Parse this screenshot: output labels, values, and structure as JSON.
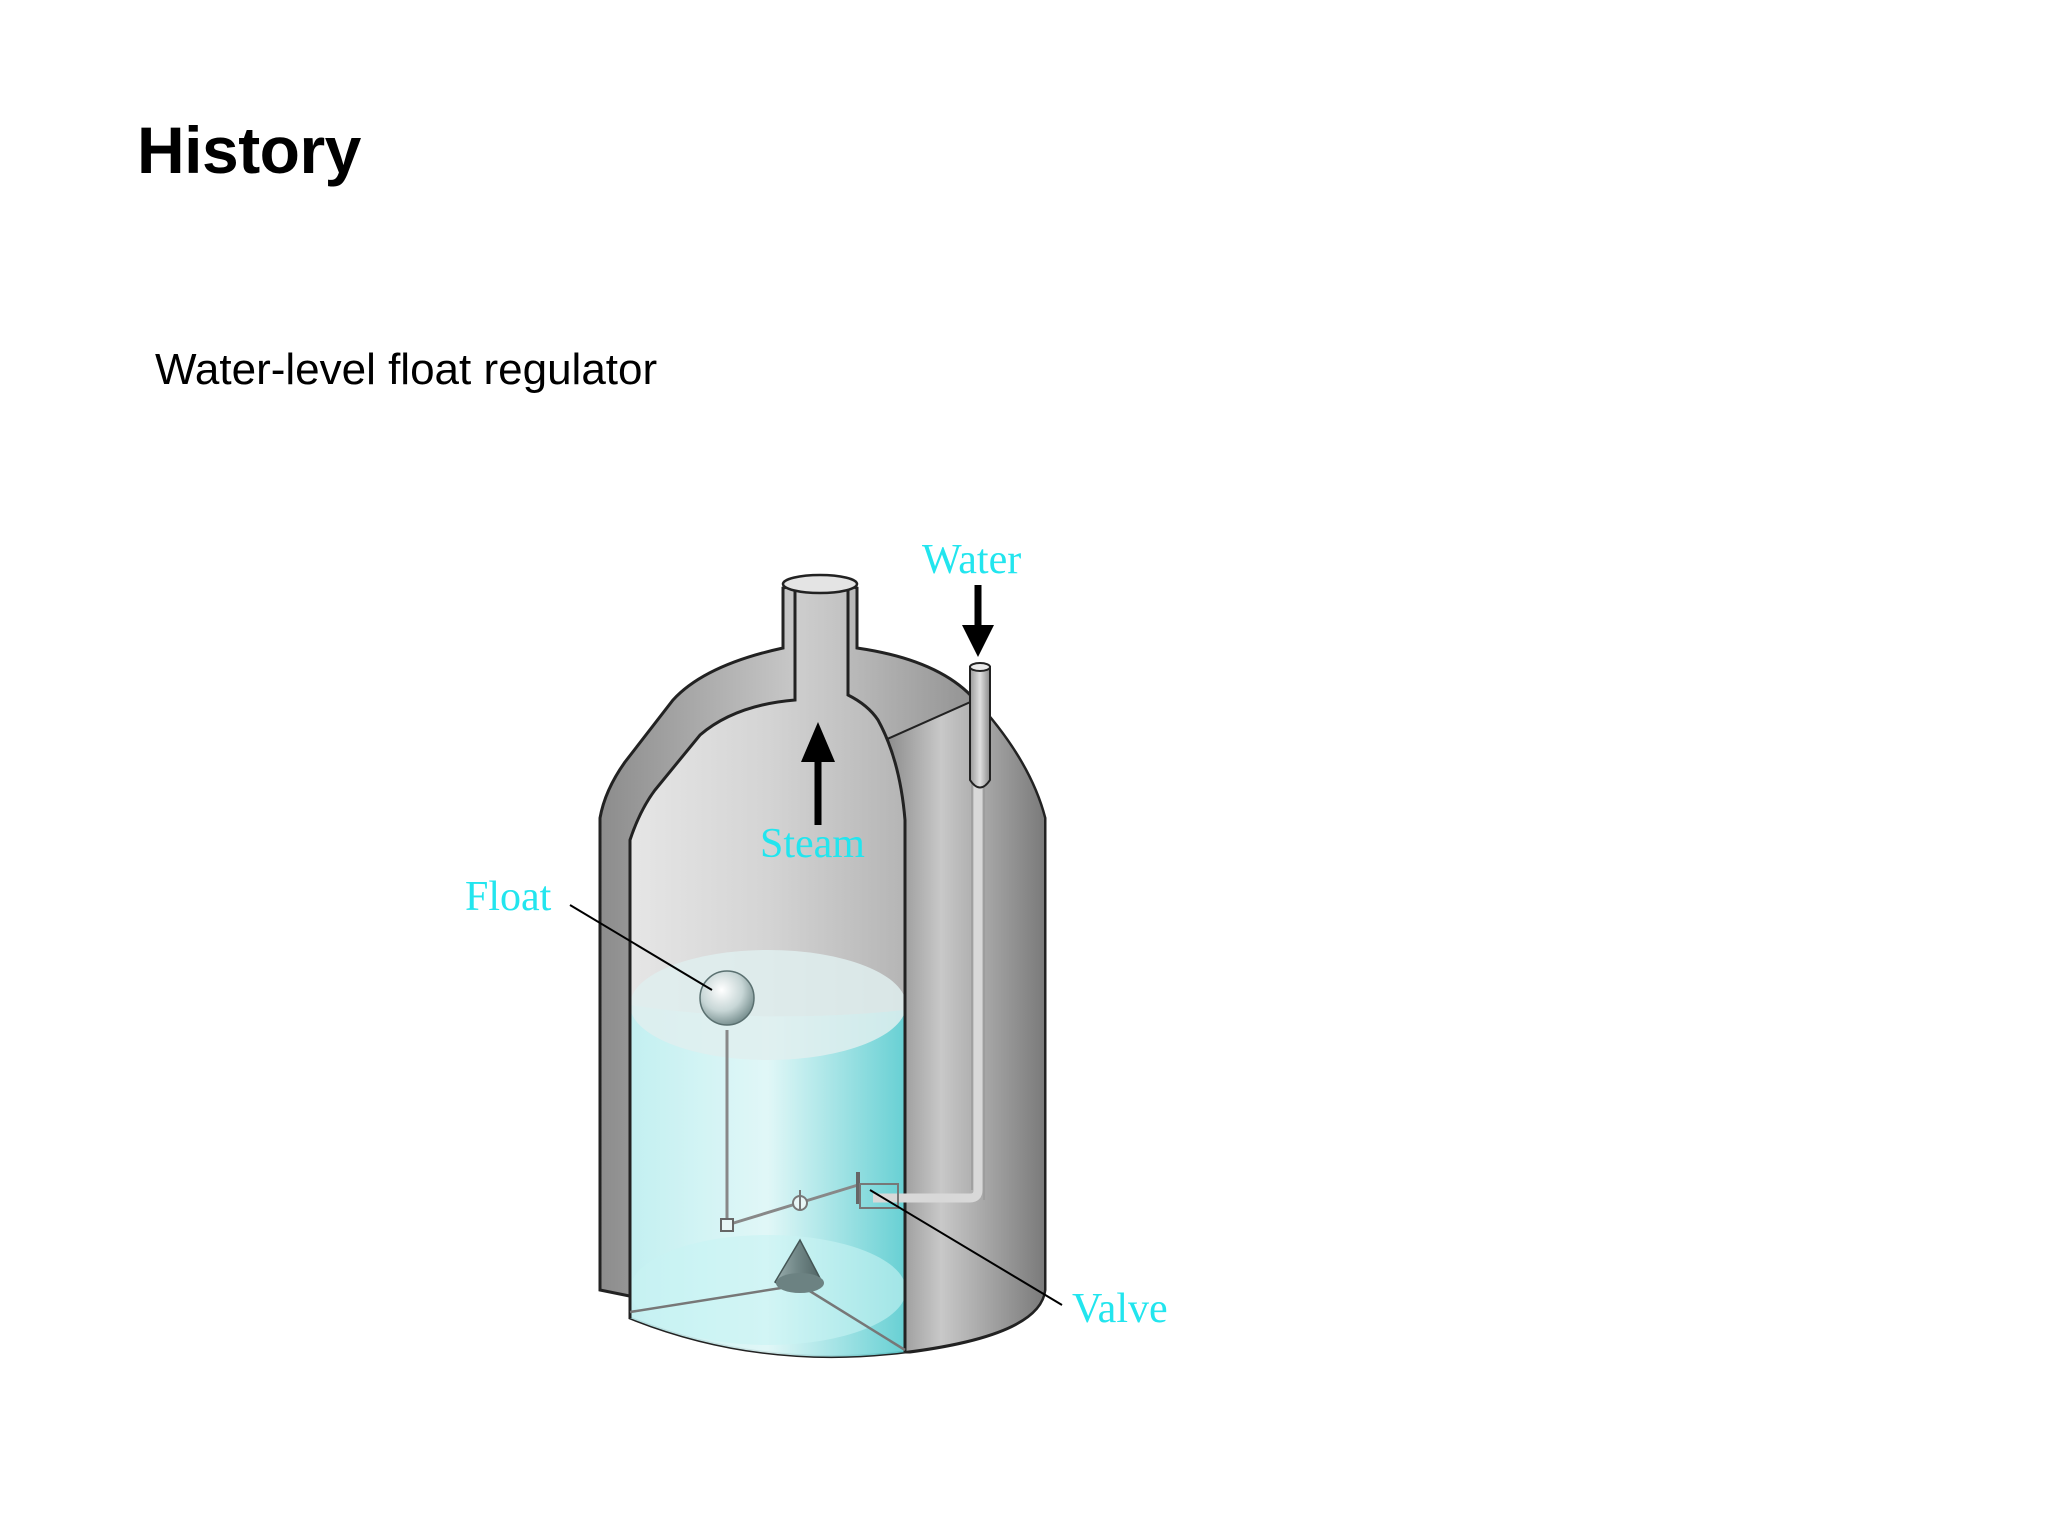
{
  "slide": {
    "title": "History",
    "subtitle": "Water-level float regulator"
  },
  "diagram": {
    "labels": {
      "water": "Water",
      "steam": "Steam",
      "float": "Float",
      "valve": "Valve"
    },
    "colors": {
      "label": "#22e5ee",
      "water": "#8fe6e8",
      "shell": "#9a9a9a",
      "arrow": "#000000"
    }
  }
}
